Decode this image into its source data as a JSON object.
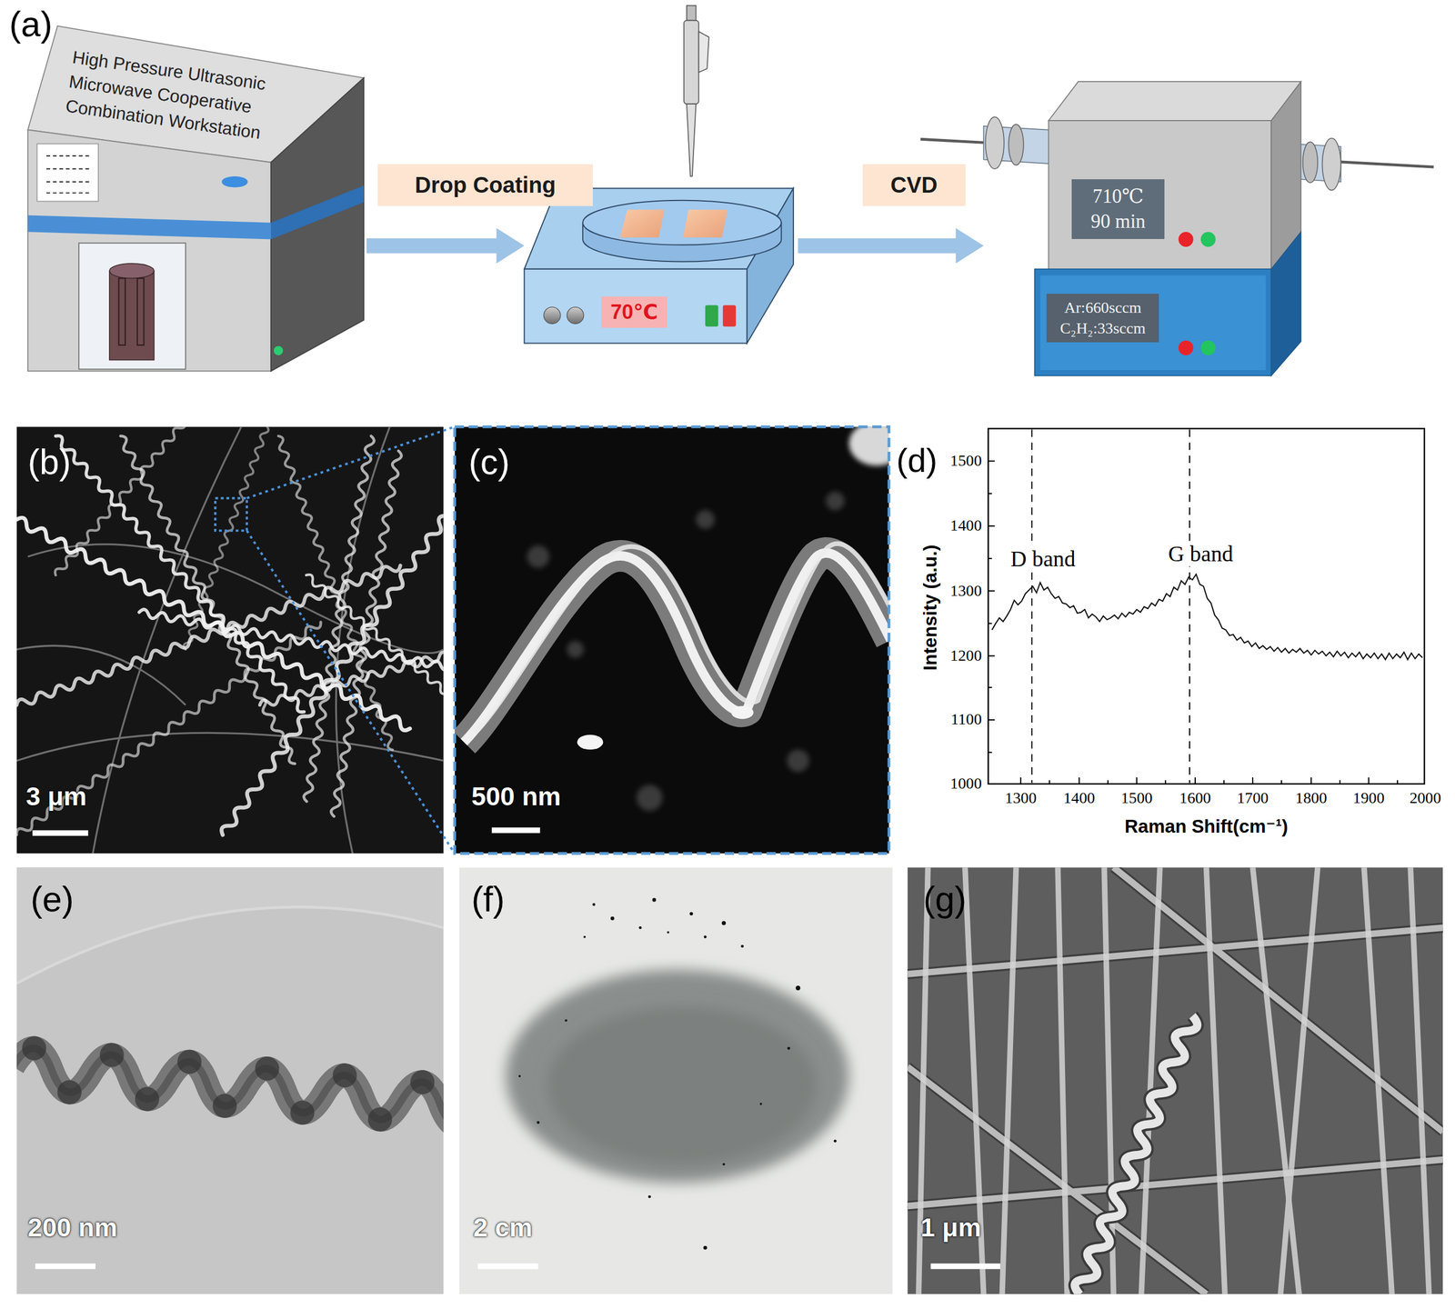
{
  "diagram": {
    "nodes": [
      {
        "text": [
          "High Pressure Ultrasonic Microwave Cooperative Combination Workstation"
        ]
      },
      {
        "text": [
          "70℃"
        ]
      },
      {
        "text": [
          "710℃ 90 min",
          "Ar:660sccm C₂H₂:33sccm"
        ]
      }
    ],
    "edges": [
      {
        "from": 0,
        "to": 1,
        "label": "Drop Coating",
        "arrow": "to"
      },
      {
        "from": 1,
        "to": 2,
        "label": "CVD",
        "arrow": "to"
      }
    ],
    "labels": [
      "(a)",
      "(b)",
      "3 μm",
      "(c)",
      "500 nm",
      "(d)",
      "1500",
      "1400",
      "1300",
      "1200",
      "1100",
      "1000",
      "1300",
      "1400",
      "1500",
      "1600",
      "1700",
      "1800",
      "1900",
      "2000",
      "Intensity (a.u.)",
      "Raman Shift(cm⁻¹)",
      "D band",
      "G band",
      "(e)",
      "200 nm",
      "(f)",
      "2 cm",
      "(g)",
      "1 μm"
    ]
  }
}
